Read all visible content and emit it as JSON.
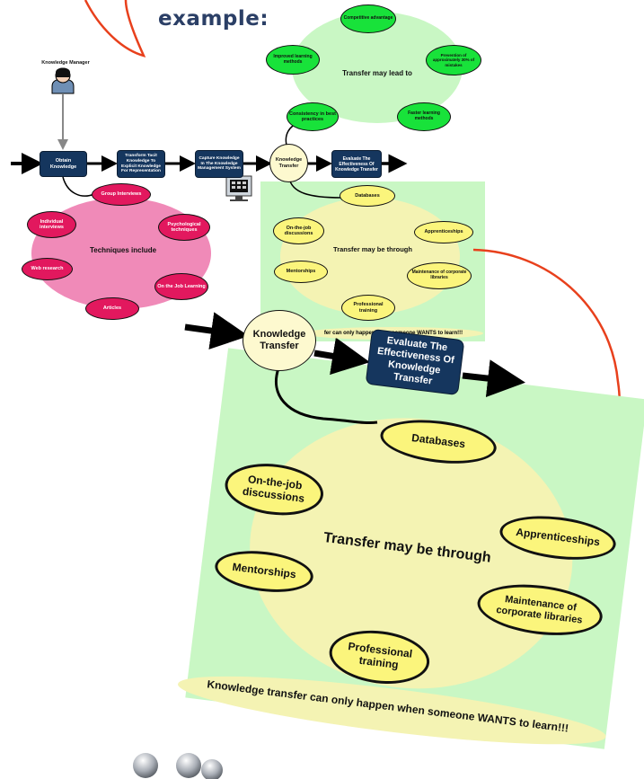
{
  "title": "example:",
  "manager": {
    "label": "Knowledge Manager"
  },
  "process_steps": [
    "Obtain Knowledge",
    "Transform Tacit Knowledge To Explicit Knowledge For Representation",
    "Capture Knowledge In The Knowledge Management System",
    "Knowledge Transfer",
    "Evaluate The Effectiveness Of Knowledge Transfer"
  ],
  "outcomes": {
    "center": "Transfer may lead to",
    "items": [
      "Competitive advantage",
      "Improved learning methods",
      "Prevention of approximately 30% of mistakes",
      "Consistency in best practices",
      "Faster learning methods"
    ]
  },
  "techniques": {
    "center": "Techniques include",
    "items": [
      "Group Interviews",
      "Individual interviews",
      "Psychological techniques",
      "Web research",
      "On the Job Learning",
      "Articles"
    ]
  },
  "transfer": {
    "center": "Transfer may be through",
    "items": [
      "Databases",
      "On-the-job discussions",
      "Apprenticeships",
      "Mentorships",
      "Maintenance of corporate libraries",
      "Professional training"
    ],
    "banner_small": "fer can only happen when someone WANTS to learn!!!",
    "banner": "Knowledge transfer can only happen when someone WANTS to learn!!!"
  },
  "zoom": {
    "knowledge_transfer": "Knowledge Transfer",
    "evaluate": "Evaluate The Effectiveness Of Knowledge Transfer"
  },
  "colors": {
    "navy": "#15365e",
    "green_fill": "#18e23a",
    "pink_fill": "#e2185e",
    "yellow_fill": "#fbf57c",
    "connector_red": "#e8401c"
  }
}
